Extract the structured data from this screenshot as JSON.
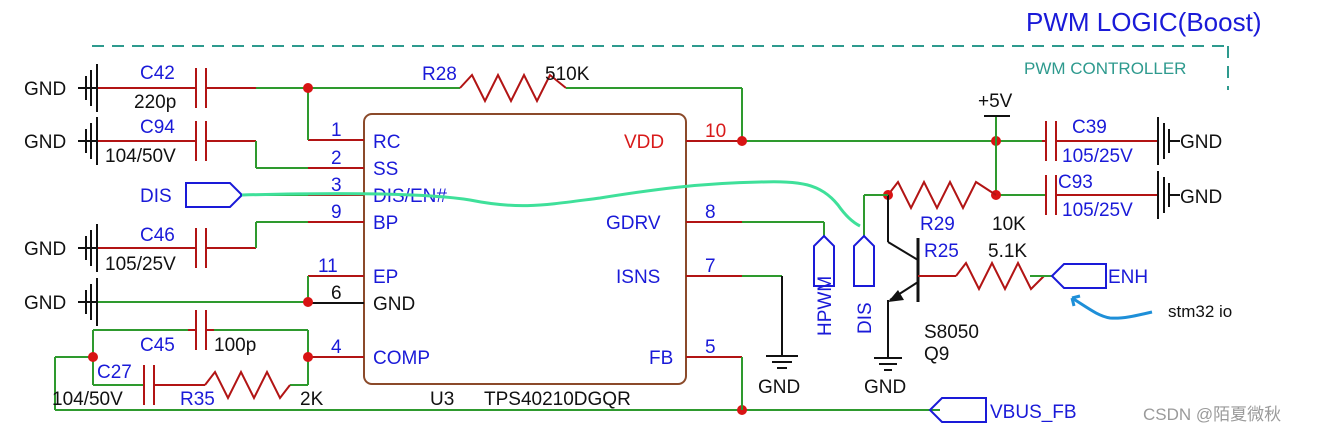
{
  "section": {
    "title": "PWM LOGIC(Boost)",
    "subtitle": "PWM CONTROLLER"
  },
  "ic": {
    "ref": "U3",
    "part": "TPS40210DGQR",
    "left_pins": [
      {
        "num": "1",
        "name": "RC"
      },
      {
        "num": "2",
        "name": "SS"
      },
      {
        "num": "3",
        "name": "DIS/EN#"
      },
      {
        "num": "9",
        "name": "BP"
      },
      {
        "num": "11",
        "name": "EP"
      },
      {
        "num": "6",
        "name": "GND"
      },
      {
        "num": "4",
        "name": "COMP"
      }
    ],
    "right_pins": [
      {
        "num": "10",
        "name": "VDD"
      },
      {
        "num": "8",
        "name": "GDRV"
      },
      {
        "num": "7",
        "name": "ISNS"
      },
      {
        "num": "5",
        "name": "FB"
      }
    ]
  },
  "components": {
    "c42": {
      "ref": "C42",
      "value": "220p"
    },
    "c94": {
      "ref": "C94",
      "value": "104/50V"
    },
    "c46": {
      "ref": "C46",
      "value": "105/25V"
    },
    "c45": {
      "ref": "C45",
      "value": "100p"
    },
    "c27": {
      "ref": "C27",
      "value": "104/50V"
    },
    "r35": {
      "ref": "R35",
      "value": "2K"
    },
    "r28": {
      "ref": "R28",
      "value": "510K"
    },
    "c39": {
      "ref": "C39",
      "value": "105/25V"
    },
    "c93": {
      "ref": "C93",
      "value": "105/25V"
    },
    "r29": {
      "ref": "R29",
      "value": "10K"
    },
    "r25": {
      "ref": "R25",
      "value": "5.1K"
    },
    "q9": {
      "ref": "Q9",
      "value": "S8050"
    }
  },
  "nets": {
    "gnd": "GND",
    "plus5v": "+5V",
    "dis": "DIS",
    "hpwm": "HPWM",
    "enh": "ENH",
    "vbus_fb": "VBUS_FB"
  },
  "annotation": "stm32 io",
  "watermark": "CSDN @陌夏微秋",
  "colors": {
    "wire": "#2e9a2e",
    "label": "#1a1ad8",
    "pin_red": "#d81a1a",
    "frame": "#2e9a8e",
    "annotation": "#1e8fd8",
    "highlight": "#3fe09a"
  }
}
